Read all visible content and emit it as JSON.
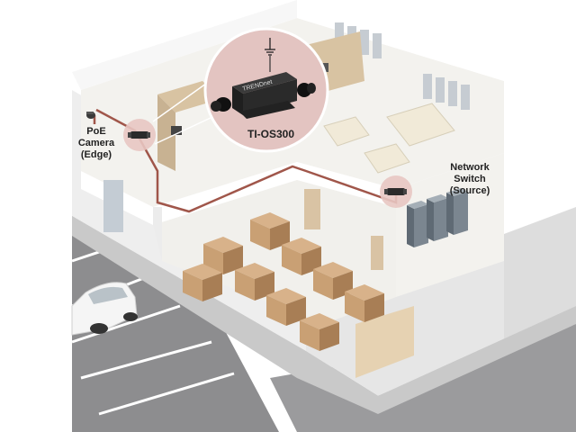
{
  "camera_label": [
    "PoE",
    "Camera",
    "(Edge)"
  ],
  "switch_label": [
    "Network",
    "Switch",
    "(Source)"
  ],
  "product": {
    "model": "TI-OS300",
    "brand": "TRENDnet"
  },
  "colors": {
    "cable": "#a0564a",
    "highlight": "#e8c6c2",
    "floor": "#f1f0ec",
    "wall": "#ffffff",
    "wall_shade": "#e3e3e3",
    "asphalt": "#8d8d8f",
    "box": "#c9a074",
    "box_dark": "#a87e55",
    "rack": "#7b8690"
  },
  "icons": [
    "ground-icon",
    "camera-icon",
    "surge-protector-icon",
    "server-rack-icon",
    "car-icon"
  ]
}
